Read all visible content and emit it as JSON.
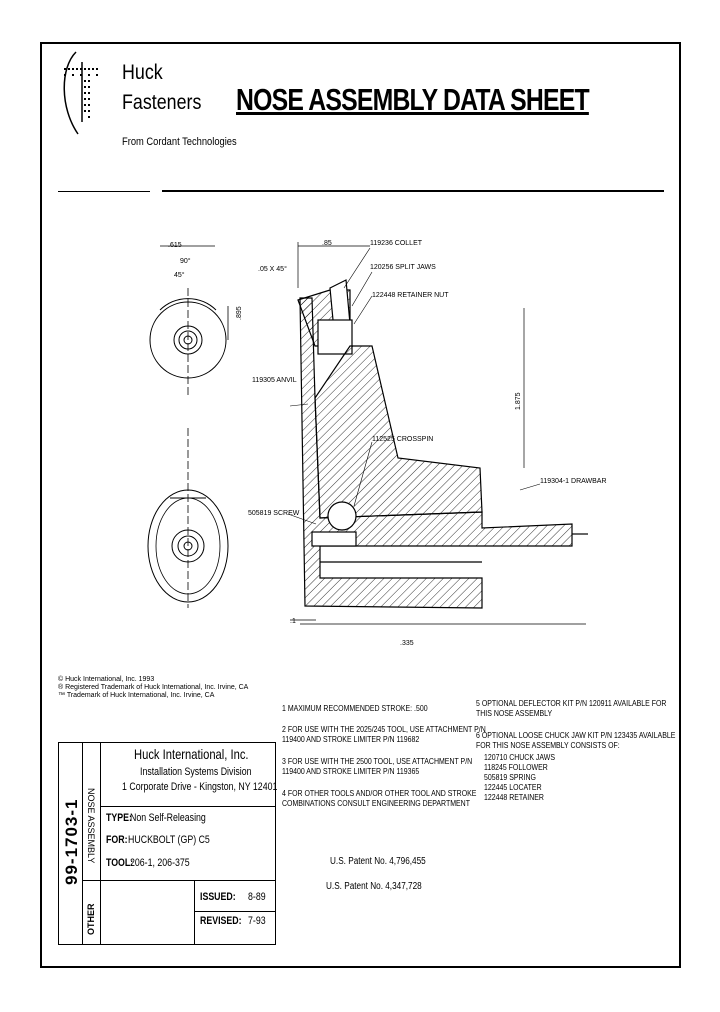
{
  "header": {
    "brand_line1": "Huck",
    "brand_line2": "Fasteners",
    "brand_sub": "From Cordant Technologies",
    "title": "NOSE ASSEMBLY DATA SHEET"
  },
  "drawing": {
    "dim_top_left": ".615",
    "dim_angle": "90°",
    "dim_45": "45°",
    "dim_vertical_small": ".895",
    "dim_top_mid": ".85",
    "dim_offset": ".05 X 45°",
    "dim_height": "1.875",
    "dim_bottom_left": ".1",
    "dim_bottom_len": ".335",
    "callout_collet": "119236 COLLET",
    "callout_jaws": "120256 SPLIT JAWS",
    "callout_retainer": "122448 RETAINER NUT",
    "callout_anvil": "119305 ANVIL",
    "callout_crosspin": "112525 CROSSPIN",
    "callout_drawbar": "119304-1 DRAWBAR",
    "callout_screw": "505819 SCREW"
  },
  "trademarks": [
    "© Huck International, Inc. 1993",
    "® Registered Trademark of Huck International, Inc. Irvine, CA",
    "™ Trademark of Huck International, Inc. Irvine, CA"
  ],
  "notes": {
    "n1": "1  MAXIMUM RECOMMENDED STROKE: .500",
    "n2a": "2  FOR USE WITH THE 2025/245 TOOL, USE ATTACHMENT P/N",
    "n2b": "    119400 AND STROKE LIMITER P/N 119682",
    "n3a": "3  FOR USE WITH THE 2500 TOOL, USE ATTACHMENT P/N",
    "n3b": "    119400 AND STROKE LIMITER P/N 119365",
    "n4a": "4  FOR OTHER TOOLS AND/OR OTHER TOOL AND STROKE",
    "n4b": "    COMBINATIONS CONSULT ENGINEERING DEPARTMENT",
    "n5a": "5  OPTIONAL DEFLECTOR KIT P/N 120911 AVAILABLE FOR",
    "n5b": "    THIS NOSE ASSEMBLY",
    "n6a": "6  OPTIONAL LOOSE CHUCK JAW KIT P/N 123435 AVAILABLE",
    "n6b": "    FOR THIS NOSE ASSEMBLY CONSISTS OF:",
    "parts": [
      "120710 CHUCK JAWS",
      "118245 FOLLOWER",
      "505819 SPRING",
      "122445 LOCATER",
      "122448 RETAINER"
    ]
  },
  "patents": {
    "p1": "U.S. Patent No. 4,796,455",
    "p2": "U.S. Patent No. 4,347,728"
  },
  "title_block": {
    "part_number": "99-1703-1",
    "category": "NOSE ASSEMBLY",
    "other": "OTHER",
    "company": "Huck International, Inc.",
    "division": "Installation Systems Division",
    "address": "1 Corporate Drive - Kingston, NY 12401",
    "type_label": "TYPE:",
    "type_value": "Non Self-Releasing",
    "for_label": "FOR:",
    "for_value": "HUCKBOLT (GP) C5",
    "tool_label": "TOOL:",
    "tool_value": "206-1, 206-375",
    "issued_label": "ISSUED:",
    "issued_value": "8-89",
    "revised_label": "REVISED:",
    "revised_value": "7-93"
  }
}
